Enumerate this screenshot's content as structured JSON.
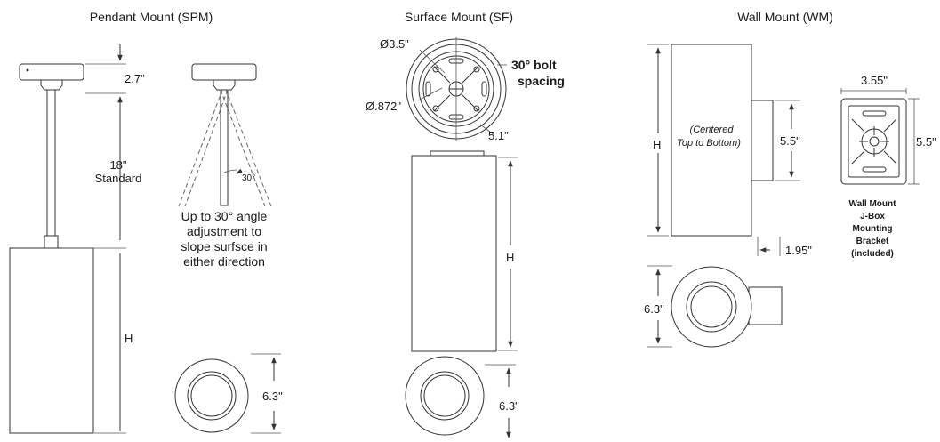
{
  "pendant": {
    "title": "Pendant Mount (SPM)",
    "dim_canopy": "2.7\"",
    "dim_stem_value": "18\"",
    "dim_stem_label": "Standard",
    "dim_height": "H",
    "angle": "30°",
    "caption": [
      "Up to 30° angle",
      "adjustment to",
      "slope surfsce in",
      "either direction"
    ],
    "dim_diameter": "6.3\""
  },
  "surface": {
    "title": "Surface Mount (SF)",
    "dim_hole": "Ø3.5\"",
    "dim_hole2": "Ø.872\"",
    "bolt_label": [
      "30° bolt",
      "spacing"
    ],
    "dim_offset": "5.1\"",
    "dim_height": "H",
    "dim_diameter": "6.3\""
  },
  "wall": {
    "title": "Wall Mount (WM)",
    "dim_height": "H",
    "note": [
      "(Centered",
      "Top to Bottom)"
    ],
    "dim_plate": "5.5\"",
    "dim_bracket_width": "3.55\"",
    "dim_bracket_height": "5.5\"",
    "dim_projection": "1.95\"",
    "dim_diameter": "6.3\"",
    "bracket_caption": [
      "Wall Mount",
      "J-Box",
      "Mounting",
      "Bracket",
      "(included)"
    ]
  }
}
